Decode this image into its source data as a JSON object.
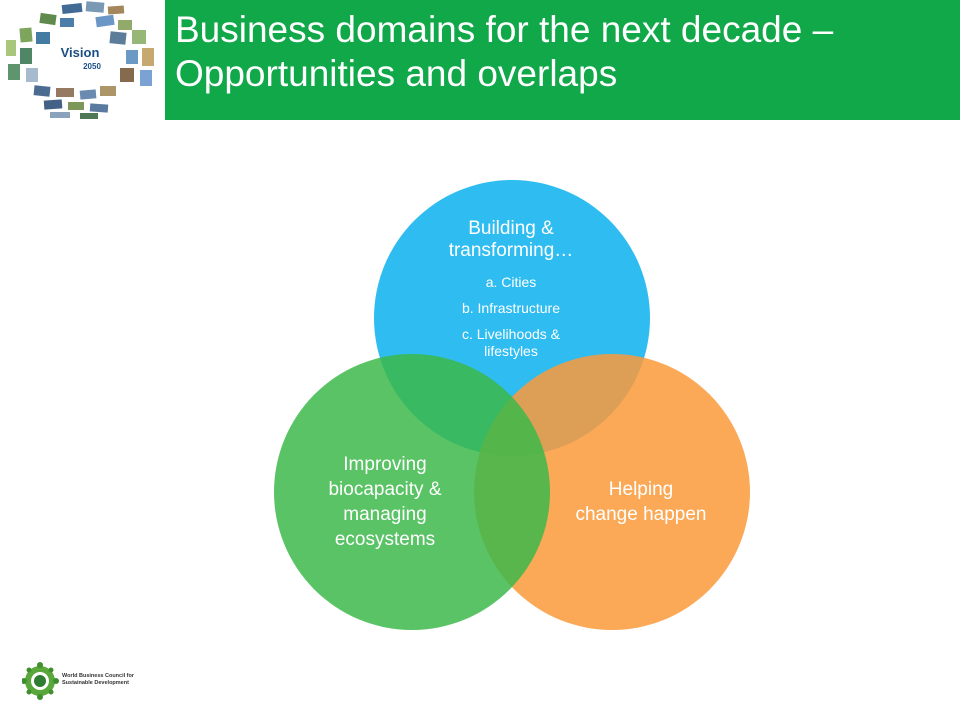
{
  "slide": {
    "title_line1": "Business domains for the next decade –",
    "title_line2": "Opportunities and overlaps"
  },
  "logo": {
    "vision_word": "Vision",
    "vision_year": "2050"
  },
  "diagram": {
    "circles": [
      {
        "id": "building",
        "color": "#2fbdf1",
        "heading_line1": "Building &",
        "heading_line2": "transforming…",
        "items": [
          "a. Cities",
          "b. Infrastructure",
          "c. Livelihoods &",
          "lifestyles"
        ]
      },
      {
        "id": "improving",
        "color": "#3cb94a",
        "lines": [
          "Improving",
          "biocapacity &",
          "managing",
          "ecosystems"
        ]
      },
      {
        "id": "helping",
        "color": "#fa9a3a",
        "lines": [
          "Helping",
          "change happen"
        ]
      }
    ]
  },
  "footer": {
    "org_line1": "World Business Council for",
    "org_line2": "Sustainable Development"
  }
}
